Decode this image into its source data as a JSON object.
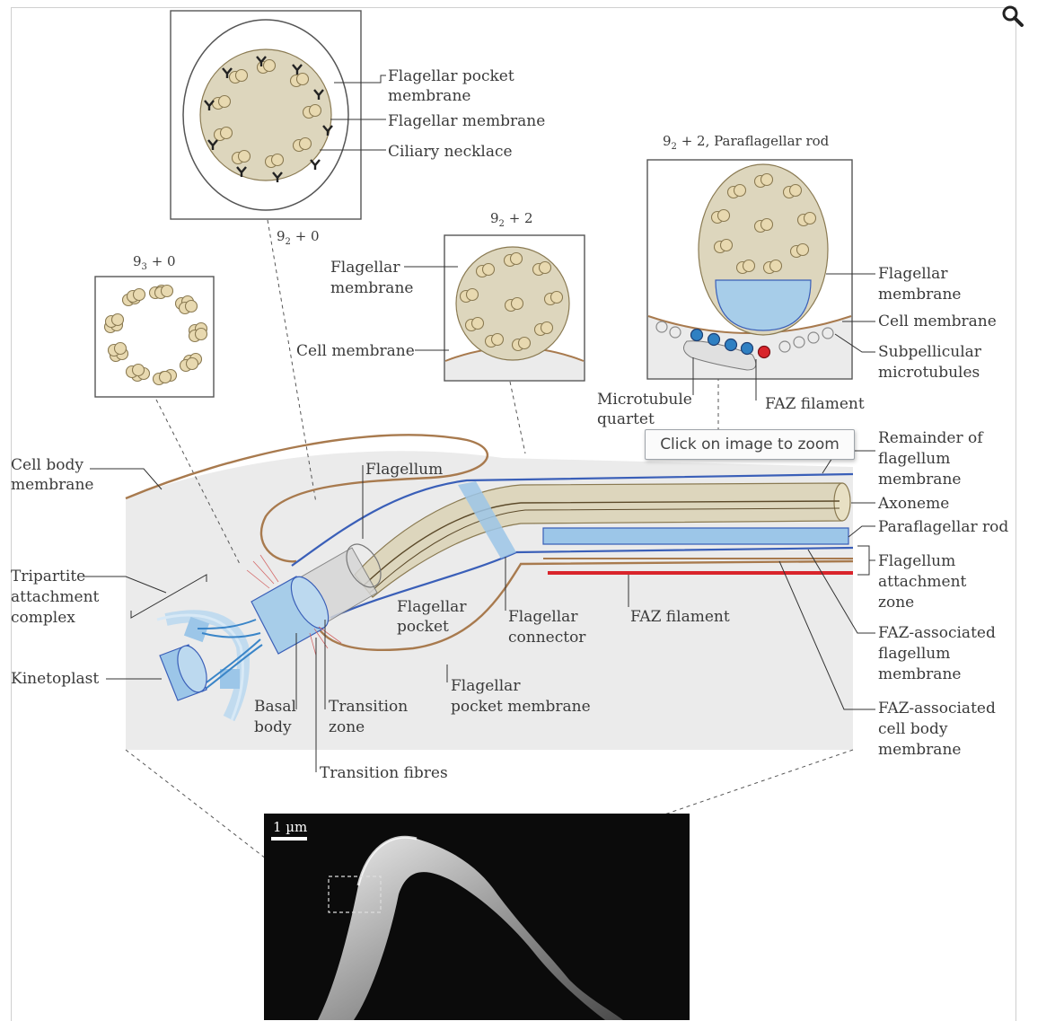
{
  "ui": {
    "tooltip": "Click on image to zoom",
    "zoom_icon": "magnifier-icon"
  },
  "panels": {
    "pocket_cross_section": {
      "labels": [
        "Flagellar pocket",
        "membrane",
        "Flagellar membrane",
        "Ciliary necklace"
      ],
      "formula_main": "9",
      "formula_sub": "2",
      "formula_rest": " + 0"
    },
    "basal_body": {
      "formula_main": "9",
      "formula_sub": "3",
      "formula_rest": " + 0"
    },
    "axoneme_92": {
      "formula_main": "9",
      "formula_sub": "2",
      "formula_rest": " + 2",
      "labels": [
        "Flagellar",
        "membrane",
        "Cell membrane"
      ]
    },
    "pfr_cross_section": {
      "title_main": "9",
      "title_sub": "2",
      "title_rest": " + 2, Paraflagellar rod",
      "labels": [
        "Flagellar",
        "membrane",
        "Cell membrane",
        "Subpellicular",
        "microtubules",
        "Microtubule",
        "quartet",
        "FAZ filament"
      ]
    }
  },
  "main_labels": {
    "cell_body_membrane": [
      "Cell body",
      "membrane"
    ],
    "tripartite": [
      "Tripartite",
      "attachment",
      "complex"
    ],
    "kinetoplast": "Kinetoplast",
    "flagellum": "Flagellum",
    "flagellar_pocket": [
      "Flagellar",
      "pocket"
    ],
    "flagellar_connector": [
      "Flagellar",
      "connector"
    ],
    "faz_filament": "FAZ filament",
    "flagellar_pocket_membrane": [
      "Flagellar",
      "pocket membrane"
    ],
    "basal_body": [
      "Basal",
      "body"
    ],
    "transition_zone": [
      "Transition",
      "zone"
    ],
    "transition_fibres": "Transition fibres",
    "right_labels": {
      "remainder": [
        "Remainder of",
        "flagellum",
        "membrane"
      ],
      "axoneme": "Axoneme",
      "pfr": "Paraflagellar rod",
      "faz_zone": [
        "Flagellum",
        "attachment",
        "zone"
      ],
      "faz_assoc_flag": [
        "FAZ-associated",
        "flagellum",
        "membrane"
      ],
      "faz_assoc_cell": [
        "FAZ-associated",
        "cell body",
        "membrane"
      ]
    }
  },
  "micrograph": {
    "scale_bar": "1 µm"
  },
  "colors": {
    "membrane_brown": "#a87a4e",
    "membrane_blue": "#3a5fb8",
    "light_blue": "#9cc6e8",
    "faz_red": "#d9242b",
    "doublet_fill": "#e8d9b0",
    "axoneme_fill": "#ddd6bd",
    "panel_grey": "#ebebeb"
  }
}
